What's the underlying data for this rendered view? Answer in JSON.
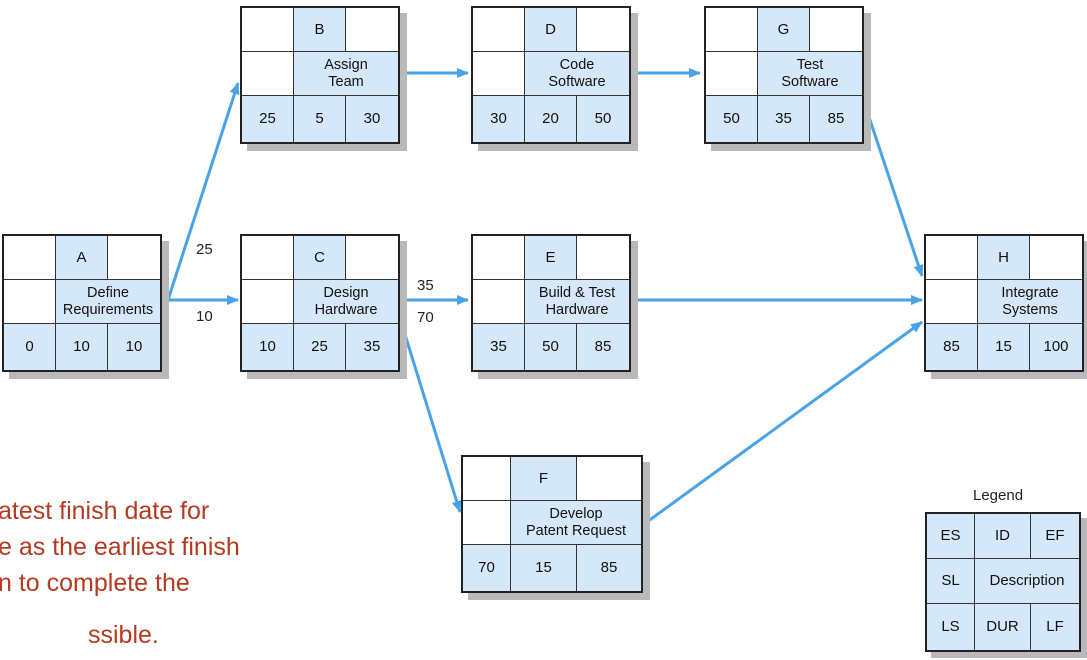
{
  "colors": {
    "arrow": "#4aa3e6",
    "cell_fill": "#d5e8f9",
    "note_text": "#b43a21"
  },
  "activities": {
    "A": {
      "id": "A",
      "desc_line1": "Define",
      "desc_line2": "Requirements",
      "es": "0",
      "dur": "10",
      "ef": "10"
    },
    "B": {
      "id": "B",
      "desc_line1": "Assign",
      "desc_line2": "Team",
      "es": "25",
      "dur": "5",
      "ef": "30"
    },
    "C": {
      "id": "C",
      "desc_line1": "Design",
      "desc_line2": "Hardware",
      "es": "10",
      "dur": "25",
      "ef": "35"
    },
    "D": {
      "id": "D",
      "desc_line1": "Code",
      "desc_line2": "Software",
      "es": "30",
      "dur": "20",
      "ef": "50"
    },
    "E": {
      "id": "E",
      "desc_line1": "Build & Test",
      "desc_line2": "Hardware",
      "es": "35",
      "dur": "50",
      "ef": "85"
    },
    "F": {
      "id": "F",
      "desc_line1": "Develop",
      "desc_line2": "Patent Request",
      "es": "70",
      "dur": "15",
      "ef": "85"
    },
    "G": {
      "id": "G",
      "desc_line1": "Test",
      "desc_line2": "Software",
      "es": "50",
      "dur": "35",
      "ef": "85"
    },
    "H": {
      "id": "H",
      "desc_line1": "Integrate",
      "desc_line2": "Systems",
      "es": "85",
      "dur": "15",
      "ef": "100"
    }
  },
  "edge_labels": {
    "a_b": "25",
    "a_c": "10",
    "c_e": "35",
    "c_f": "70"
  },
  "note_lines": [
    "atest finish date for",
    "e as the earliest finish",
    "n to complete the",
    "ssible."
  ],
  "legend": {
    "title": "Legend",
    "es": "ES",
    "id": "ID",
    "ef": "EF",
    "sl": "SL",
    "desc": "Description",
    "ls": "LS",
    "dur": "DUR",
    "lf": "LF"
  }
}
